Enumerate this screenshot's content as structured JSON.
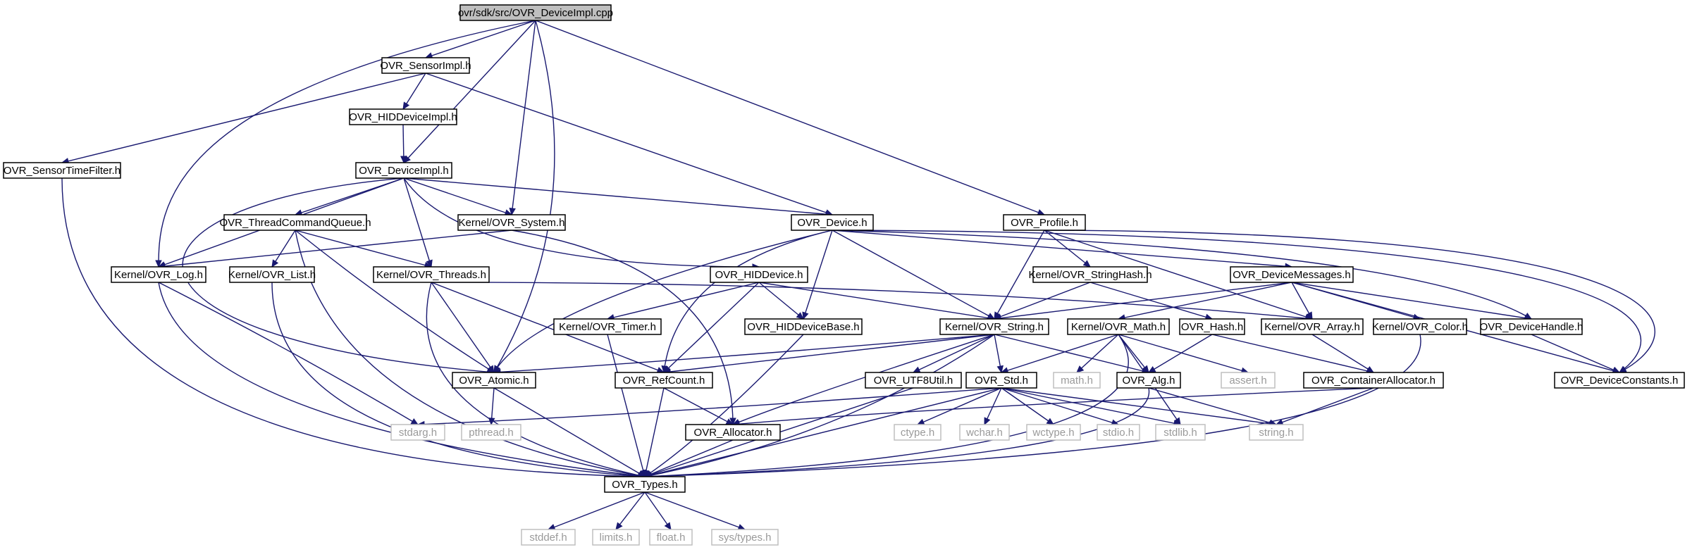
{
  "colors": {
    "edge": "#191970",
    "root_fill": "#bfbfbf",
    "node_border": "#000000",
    "system_border": "#bfbfbf",
    "system_text": "#9a9a9a"
  },
  "nodes": {
    "root": "ovr/sdk/src/OVR_DeviceImpl.cpp",
    "sensorimpl": "OVR_SensorImpl.h",
    "hiddeviceimpl": "OVR_HIDDeviceImpl.h",
    "sensortimefilter": "OVR_SensorTimeFilter.h",
    "deviceimpl": "OVR_DeviceImpl.h",
    "threadcommandqueue": "OVR_ThreadCommandQueue.h",
    "system": "Kernel/OVR_System.h",
    "device": "OVR_Device.h",
    "profile": "OVR_Profile.h",
    "log": "Kernel/OVR_Log.h",
    "list": "Kernel/OVR_List.h",
    "threads": "Kernel/OVR_Threads.h",
    "hiddevice": "OVR_HIDDevice.h",
    "stringhash": "Kernel/OVR_StringHash.h",
    "devicemessages": "OVR_DeviceMessages.h",
    "timer": "Kernel/OVR_Timer.h",
    "hiddevicebase": "OVR_HIDDeviceBase.h",
    "string": "Kernel/OVR_String.h",
    "math": "Kernel/OVR_Math.h",
    "hash": "OVR_Hash.h",
    "array": "Kernel/OVR_Array.h",
    "color": "Kernel/OVR_Color.h",
    "devicehandle": "OVR_DeviceHandle.h",
    "atomic": "OVR_Atomic.h",
    "refcount": "OVR_RefCount.h",
    "utf8util": "OVR_UTF8Util.h",
    "std": "OVR_Std.h",
    "mathh": "math.h",
    "alg": "OVR_Alg.h",
    "assert": "assert.h",
    "containerallocator": "OVR_ContainerAllocator.h",
    "deviceconstants": "OVR_DeviceConstants.h",
    "stdarg": "stdarg.h",
    "pthread": "pthread.h",
    "allocator": "OVR_Allocator.h",
    "ctype": "ctype.h",
    "wchar": "wchar.h",
    "wctype": "wctype.h",
    "stdio": "stdio.h",
    "stdlib": "stdlib.h",
    "stringh": "string.h",
    "types": "OVR_Types.h",
    "stddef": "stddef.h",
    "limits": "limits.h",
    "float": "float.h",
    "systypes": "sys/types.h"
  }
}
